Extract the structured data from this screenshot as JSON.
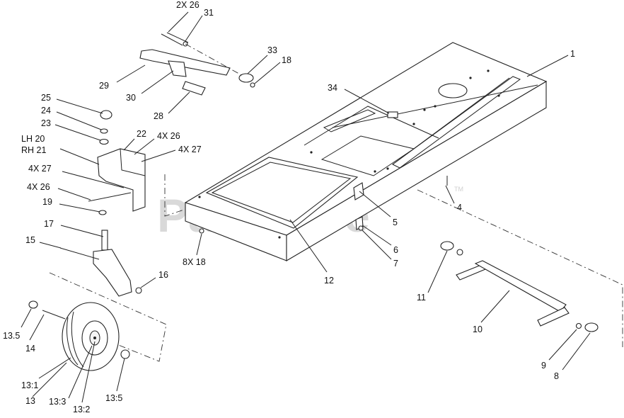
{
  "watermark": {
    "text": "PartsTree",
    "trademark": "TM"
  },
  "callouts": [
    {
      "id": "c-2x26",
      "text": "2X 26"
    },
    {
      "id": "c-31",
      "text": "31"
    },
    {
      "id": "c-33",
      "text": "33"
    },
    {
      "id": "c-18a",
      "text": "18"
    },
    {
      "id": "c-29",
      "text": "29"
    },
    {
      "id": "c-30",
      "text": "30"
    },
    {
      "id": "c-28",
      "text": "28"
    },
    {
      "id": "c-34",
      "text": "34"
    },
    {
      "id": "c-1",
      "text": "1"
    },
    {
      "id": "c-25",
      "text": "25"
    },
    {
      "id": "c-24",
      "text": "24"
    },
    {
      "id": "c-23",
      "text": "23"
    },
    {
      "id": "c-lh20",
      "text": "LH 20"
    },
    {
      "id": "c-rh21",
      "text": "RH 21"
    },
    {
      "id": "c-22",
      "text": "22"
    },
    {
      "id": "c-4x26a",
      "text": "4X 26"
    },
    {
      "id": "c-4x27a",
      "text": "4X 27"
    },
    {
      "id": "c-4x27b",
      "text": "4X 27"
    },
    {
      "id": "c-4x26b",
      "text": "4X 26"
    },
    {
      "id": "c-19",
      "text": "19"
    },
    {
      "id": "c-17",
      "text": "17"
    },
    {
      "id": "c-15",
      "text": "15"
    },
    {
      "id": "c-16",
      "text": "16"
    },
    {
      "id": "c-8x18",
      "text": "8X 18"
    },
    {
      "id": "c-12",
      "text": "12"
    },
    {
      "id": "c-5",
      "text": "5"
    },
    {
      "id": "c-6",
      "text": "6"
    },
    {
      "id": "c-7",
      "text": "7"
    },
    {
      "id": "c-4",
      "text": "4"
    },
    {
      "id": "c-11",
      "text": "11"
    },
    {
      "id": "c-10",
      "text": "10"
    },
    {
      "id": "c-9",
      "text": "9"
    },
    {
      "id": "c-8",
      "text": "8"
    },
    {
      "id": "c-13-5a",
      "text": "13.5"
    },
    {
      "id": "c-14",
      "text": "14"
    },
    {
      "id": "c-13-1",
      "text": "13:1"
    },
    {
      "id": "c-13",
      "text": "13"
    },
    {
      "id": "c-13-3",
      "text": "13:3"
    },
    {
      "id": "c-13-2",
      "text": "13:2"
    },
    {
      "id": "c-13-5b",
      "text": "13:5"
    }
  ]
}
